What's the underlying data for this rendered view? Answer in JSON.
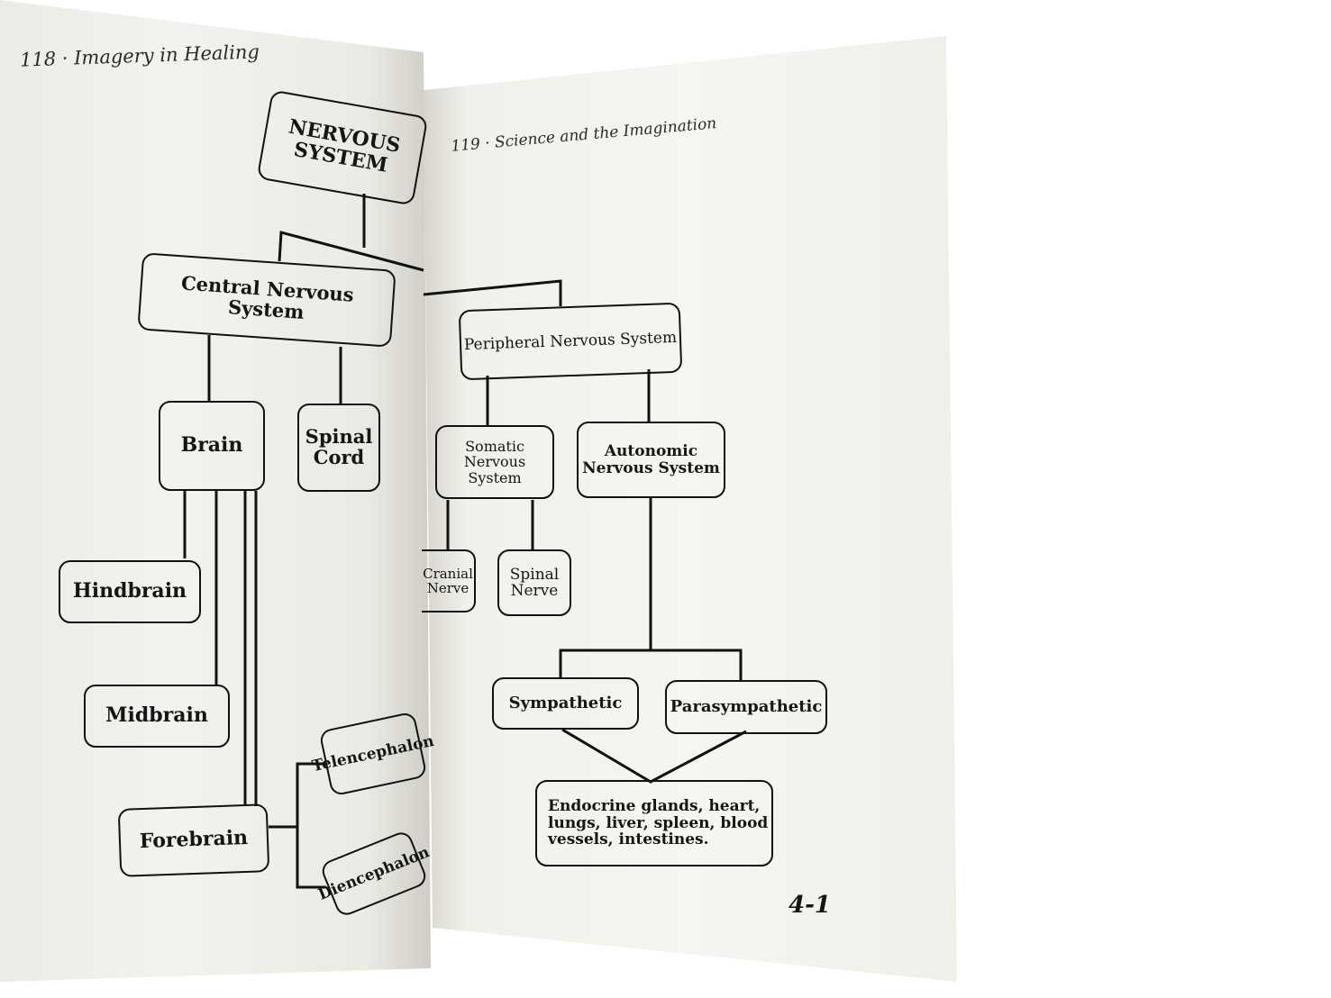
{
  "left_page": {
    "running_head": "118 · Imagery in Healing"
  },
  "right_page": {
    "running_head": "119 · Science and the Imagination",
    "figure_number": "4-1"
  },
  "diagram": {
    "nervous_system": "NERVOUS SYSTEM",
    "central": "Central Nervous System",
    "brain": "Brain",
    "spinal_cord": "Spinal\nCord",
    "hindbrain": "Hindbrain",
    "midbrain": "Midbrain",
    "forebrain": "Forebrain",
    "telencephalon": "Telencephalon",
    "diencephalon": "Diencephalon",
    "peripheral": "Peripheral Nervous System",
    "somatic": "Somatic\nNervous System",
    "autonomic": "Autonomic\nNervous System",
    "cranial_nerve": "Cranial\nNerve",
    "spinal_nerve": "Spinal\nNerve",
    "sympathetic": "Sympathetic",
    "parasympathetic": "Parasympathetic",
    "effectors": "Endocrine glands, heart,\nlungs, liver, spleen, blood\nvessels, intestines."
  }
}
